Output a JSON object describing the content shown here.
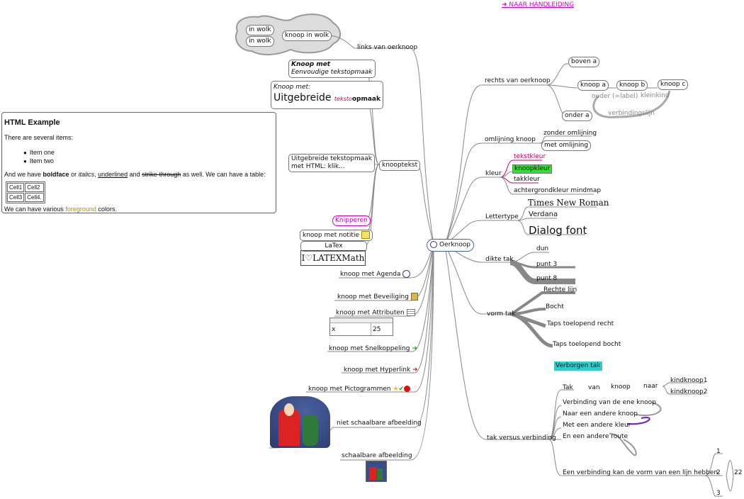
{
  "header": {
    "manual_link": "➜ NAAR HANDLEIDING"
  },
  "root": {
    "label": "Oerknoop"
  },
  "left": {
    "cloud": {
      "node1": "in wolk",
      "node2": "in wolk",
      "parent": "knoop in wolk",
      "branch": "links van oerknoop"
    },
    "knooptekst": "knooptekst",
    "simple_format": {
      "line1": "Knoop met",
      "line2": "Eenvoudige tekstopmaak"
    },
    "extended_format": {
      "line1": "Knoop met:",
      "word": "Uitgebreide",
      "ital": "teksto",
      "rest": "opmaak"
    },
    "html_node": {
      "line1": "Uitgebreide tekstopmaak",
      "line2": "met HTML: klik..."
    },
    "html_example": {
      "title": "HTML Example",
      "p1": "There are several items:",
      "items": [
        "Item one",
        "Item two"
      ],
      "p2_a": "And we have ",
      "p2_bold": "boldface",
      "p2_b": " or ",
      "p2_ital": "italics",
      "p2_c": ", ",
      "p2_under": "underlined",
      "p2_d": " and ",
      "p2_strike": "strike-through",
      "p2_e": " as well. We can have a table:",
      "table": [
        [
          "Cell1",
          "Cell2"
        ],
        [
          "Cell3",
          "Cell4."
        ]
      ],
      "p3_a": "We can have various ",
      "p3_fg": "foreground",
      "p3_b": " colors."
    },
    "blink": "Knipperen",
    "note": "knoop met notitie",
    "latex_label": "LaTex",
    "latex_math": "I♡LATEXMath",
    "agenda": "knoop met Agenda",
    "security": "knoop met Beveiliging",
    "attributes": {
      "label": "knoop met Attributen",
      "key": "x",
      "value": "25"
    },
    "shortcut": "knoop met Snelkoppeling",
    "hyperlink": "knoop met Hyperlink",
    "icons": "knoop met Pictogrammen",
    "non_scalable": "niet schaalbare afbeelding",
    "scalable": "schaalbare afbeelding"
  },
  "right": {
    "rechts": {
      "label": "rechts van oerknoop",
      "boven": "boven a",
      "a": "knoop a",
      "b": "knoop b",
      "c": "knoop c",
      "onder": "onder a",
      "ouder": "ouder (=label)",
      "kleinkind": "kleinkind",
      "verbindingslijn": "verbindingslijn"
    },
    "outline": {
      "label": "omlijning knoop",
      "zonder": "zonder omlijning",
      "met": "met omlijning"
    },
    "color": {
      "label": "kleur",
      "tekstkleur": "tekstkleur",
      "knoopkleur": "knoopkleur",
      "takkleur": "takkleur",
      "achtergrond": "achtergrondkleur mindmap"
    },
    "font": {
      "label": "Lettertype",
      "times": "Times New Roman",
      "verdana": "Verdana",
      "dialog": "Dialog font"
    },
    "thickness": {
      "label": "dikte tak",
      "dun": "dun",
      "p3": "punt 3",
      "p8": "punt 8"
    },
    "shape": {
      "label": "vorm tak",
      "recht": "Rechte lijn",
      "bocht": "Bocht",
      "taps_recht": "Taps toelopend recht",
      "taps_bocht": "Taps toelopend bocht"
    },
    "hidden": "Verborgen tak",
    "versus": {
      "label": "tak versus verbinding",
      "tak": "Tak",
      "van": "van",
      "knoop": "knoop",
      "naar": "naar",
      "k1": "kindknoop1",
      "k2": "kindknoop2",
      "v1": "Verbinding van de ene knoop",
      "v2": "Naar een andere knoop",
      "v3": "Met een andere kleur",
      "v4": "En een andere route",
      "v5": "Een verbinding kan de vorm van een lijn hebben",
      "n1": "1",
      "n2": "2",
      "n3": "3",
      "n22": "22"
    }
  },
  "colors": {
    "magenta": "#cc00cc",
    "green_bg": "#33dd33",
    "cyan_bg": "#33cccc",
    "arrow_purple": "#6a1fd6"
  }
}
